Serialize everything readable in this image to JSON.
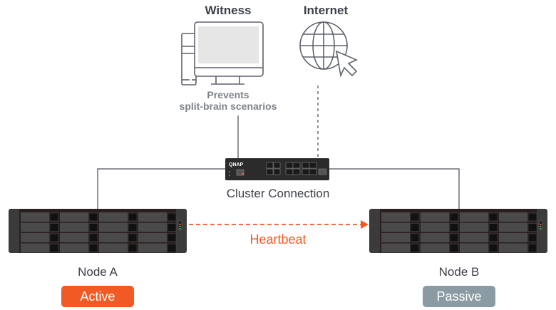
{
  "diagram": {
    "witness": {
      "title": "Witness",
      "caption_line1": "Prevents",
      "caption_line2": "split-brain scenarios"
    },
    "internet": {
      "title": "Internet"
    },
    "switch": {
      "brand": "QNAP",
      "label": "Cluster Connection"
    },
    "heartbeat": {
      "label": "Heartbeat"
    },
    "node_a": {
      "name": "Node A",
      "status": "Active"
    },
    "node_b": {
      "name": "Node B",
      "status": "Passive"
    }
  },
  "colors": {
    "accent_orange": "#f15a24",
    "passive_gray": "#8a9ba3",
    "line_gray": "#6b6f76",
    "text_dark": "#3c4048"
  }
}
